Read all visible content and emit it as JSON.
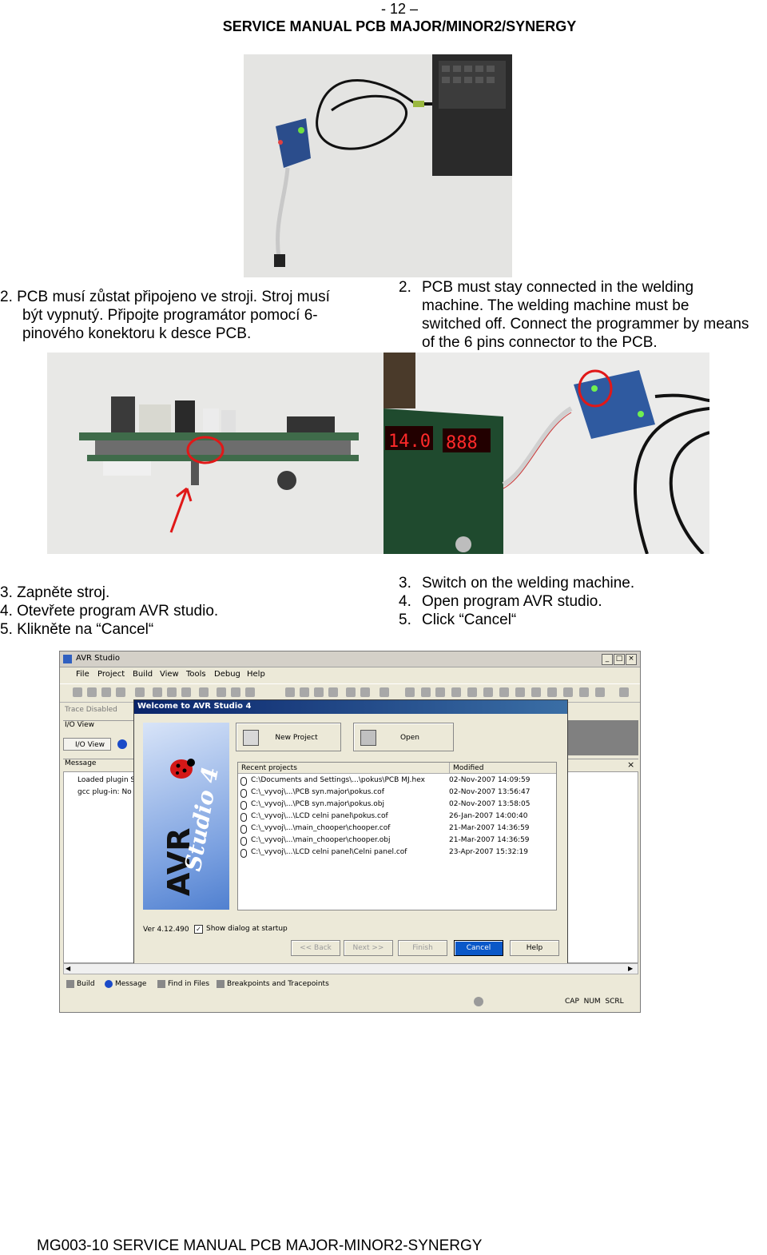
{
  "header": {
    "page_number": "- 12 –",
    "title": "SERVICE MANUAL PCB MAJOR/MINOR2/SYNERGY"
  },
  "step2": {
    "cz": [
      "2. PCB musí zůstat připojeno ve stroji. Stroj musí",
      "být vypnutý. Připojte programátor pomocí 6-",
      "pinového konektoru k desce PCB."
    ],
    "en_num": "2.",
    "en": [
      "PCB must stay connected in the welding",
      "machine. The welding machine must be",
      "switched off. Connect the programmer by means",
      "of the 6 pins connector to the PCB."
    ]
  },
  "pcb_display": {
    "left": "14.0",
    "right": "888"
  },
  "step345": {
    "cz": [
      "3. Zapněte stroj.",
      "4. Otevřete program AVR studio.",
      "5. Klikněte na “Cancel“"
    ],
    "en": [
      {
        "num": "3.",
        "text": "Switch on the welding machine."
      },
      {
        "num": "4.",
        "text": "Open program AVR studio."
      },
      {
        "num": "5.",
        "text": "Click “Cancel“"
      }
    ]
  },
  "avr": {
    "window_title": "AVR Studio",
    "menu": [
      "File",
      "Project",
      "Build",
      "View",
      "Tools",
      "Debug",
      "Help"
    ],
    "trace": "Trace Disabled",
    "io_view_title": "I/O View",
    "io_view_tab": "I/O View",
    "message_title": "Message",
    "messages": [
      "Loaded plugin S",
      "gcc plug-in: No V"
    ],
    "dialog_title": "Welcome to AVR Studio 4",
    "logo_a": "AVR",
    "logo_b": "Studio 4",
    "new_project": "New Project",
    "open": "Open",
    "col_recent": "Recent projects",
    "col_modified": "Modified",
    "projects": [
      {
        "path": "C:\\Documents and Settings\\...\\pokus\\PCB MJ.hex",
        "modified": "02-Nov-2007 14:09:59"
      },
      {
        "path": "C:\\_vyvoj\\...\\PCB syn.major\\pokus.cof",
        "modified": "02-Nov-2007 13:56:47"
      },
      {
        "path": "C:\\_vyvoj\\...\\PCB syn.major\\pokus.obj",
        "modified": "02-Nov-2007 13:58:05"
      },
      {
        "path": "C:\\_vyvoj\\...\\LCD celni panel\\pokus.cof",
        "modified": "26-Jan-2007 14:00:40"
      },
      {
        "path": "C:\\_vyvoj\\...\\main_chooper\\chooper.cof",
        "modified": "21-Mar-2007 14:36:59"
      },
      {
        "path": "C:\\_vyvoj\\...\\main_chooper\\chooper.obj",
        "modified": "21-Mar-2007 14:36:59"
      },
      {
        "path": "C:\\_vyvoj\\...\\LCD celni panel\\Celni panel.cof",
        "modified": "23-Apr-2007 15:32:19"
      }
    ],
    "version": "Ver 4.12.490",
    "show_dialog": "Show dialog at startup",
    "buttons": {
      "back": "<< Back",
      "next": "Next >>",
      "finish": "Finish",
      "cancel": "Cancel",
      "help": "Help"
    },
    "bottom_tabs": [
      "Build",
      "Message",
      "Find in Files",
      "Breakpoints and Tracepoints"
    ],
    "status": "CAP  NUM  SCRL"
  },
  "footer": "MG003-10 SERVICE MANUAL PCB MAJOR-MINOR2-SYNERGY"
}
